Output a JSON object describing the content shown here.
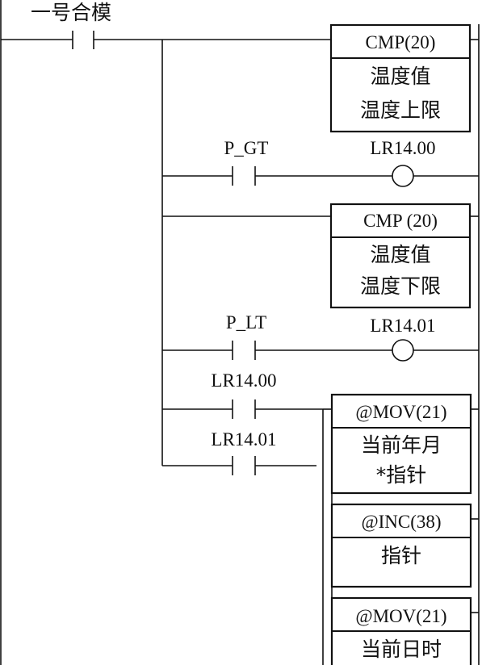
{
  "rung": {
    "label": "一号合模"
  },
  "contacts": {
    "p_gt": "P_GT",
    "p_lt": "P_LT",
    "lr1400": "LR14.00",
    "lr1401": "LR14.01"
  },
  "coils": {
    "lr1400": "LR14.00",
    "lr1401": "LR14.01"
  },
  "blocks": [
    {
      "title": "CMP(20)",
      "line1": "温度值",
      "line2": "温度上限"
    },
    {
      "title": "CMP (20)",
      "line1": "温度值",
      "line2": "温度下限"
    },
    {
      "title": "@MOV(21)",
      "line1": "当前年月",
      "line2": "*指针"
    },
    {
      "title": "@INC(38)",
      "line1": "指针",
      "line2": ""
    },
    {
      "title": "@MOV(21)",
      "line1": "当前日时",
      "line2": ""
    }
  ]
}
